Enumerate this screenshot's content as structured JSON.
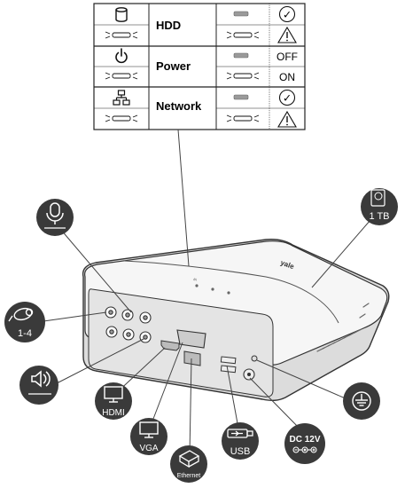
{
  "legend": {
    "rows": [
      {
        "label": "HDD",
        "icon": "database-icon",
        "state_top": "✓",
        "state_bottom": "⚠"
      },
      {
        "label": "Power",
        "icon": "power-icon",
        "state_top": "OFF",
        "state_bottom": "ON"
      },
      {
        "label": "Network",
        "icon": "network-icon",
        "state_top": "✓",
        "state_bottom": "⚠"
      }
    ]
  },
  "callouts": {
    "hdd_capacity": "1 TB",
    "cameras": "1-4",
    "hdmi": "HDMI",
    "vga": "VGA",
    "ethernet": "Ethernet",
    "usb": "USB",
    "dc_power": "DC 12V"
  },
  "device": {
    "brand": "yale"
  },
  "colors": {
    "badge": "#3a3a3a",
    "line": "#555555",
    "device_top": "#f4f4f4",
    "device_side": "#d9d9d9"
  }
}
